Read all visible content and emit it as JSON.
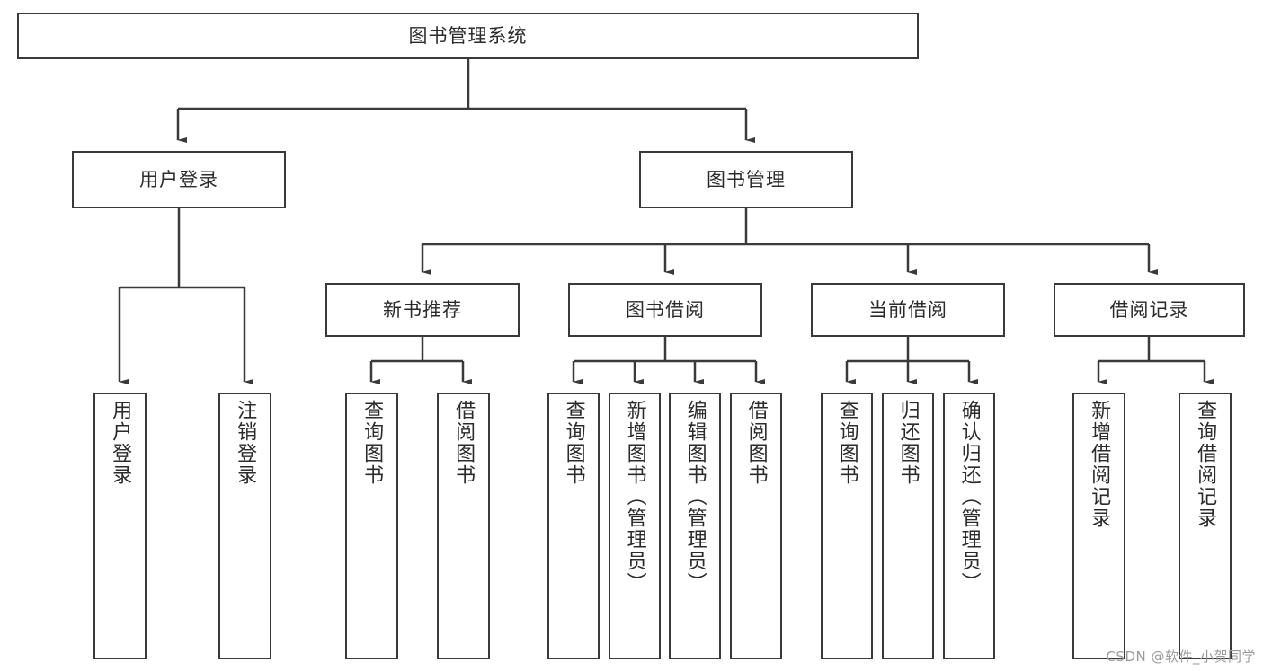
{
  "diagram": {
    "title": "图书管理系统",
    "type": "tree",
    "watermark": "CSDN @软件_小贺同学",
    "root": {
      "label": "图书管理系统"
    },
    "level2": [
      {
        "label": "用户登录"
      },
      {
        "label": "图书管理"
      }
    ],
    "level3": [
      {
        "label": "新书推荐"
      },
      {
        "label": "图书借阅"
      },
      {
        "label": "当前借阅"
      },
      {
        "label": "借阅记录"
      }
    ],
    "leaves": {
      "user_login": [
        {
          "label": "用户登录"
        },
        {
          "label": "注销登录"
        }
      ],
      "new_book": [
        {
          "label": "查询图书"
        },
        {
          "label": "借阅图书"
        }
      ],
      "book_borrow": [
        {
          "label": "查询图书"
        },
        {
          "label": "新增图书（管理员）"
        },
        {
          "label": "编辑图书（管理员）"
        },
        {
          "label": "借阅图书"
        }
      ],
      "current_borrow": [
        {
          "label": "查询图书"
        },
        {
          "label": "归还图书"
        },
        {
          "label": "确认归还（管理员）"
        }
      ],
      "borrow_record": [
        {
          "label": "新增借阅记录"
        },
        {
          "label": "查询借阅记录"
        }
      ]
    },
    "colors": {
      "border": "#3a3a3a",
      "text": "#2b2b2b",
      "background": "#ffffff",
      "connector": "#3a3a3a",
      "watermark": "#9a9a9a"
    }
  }
}
